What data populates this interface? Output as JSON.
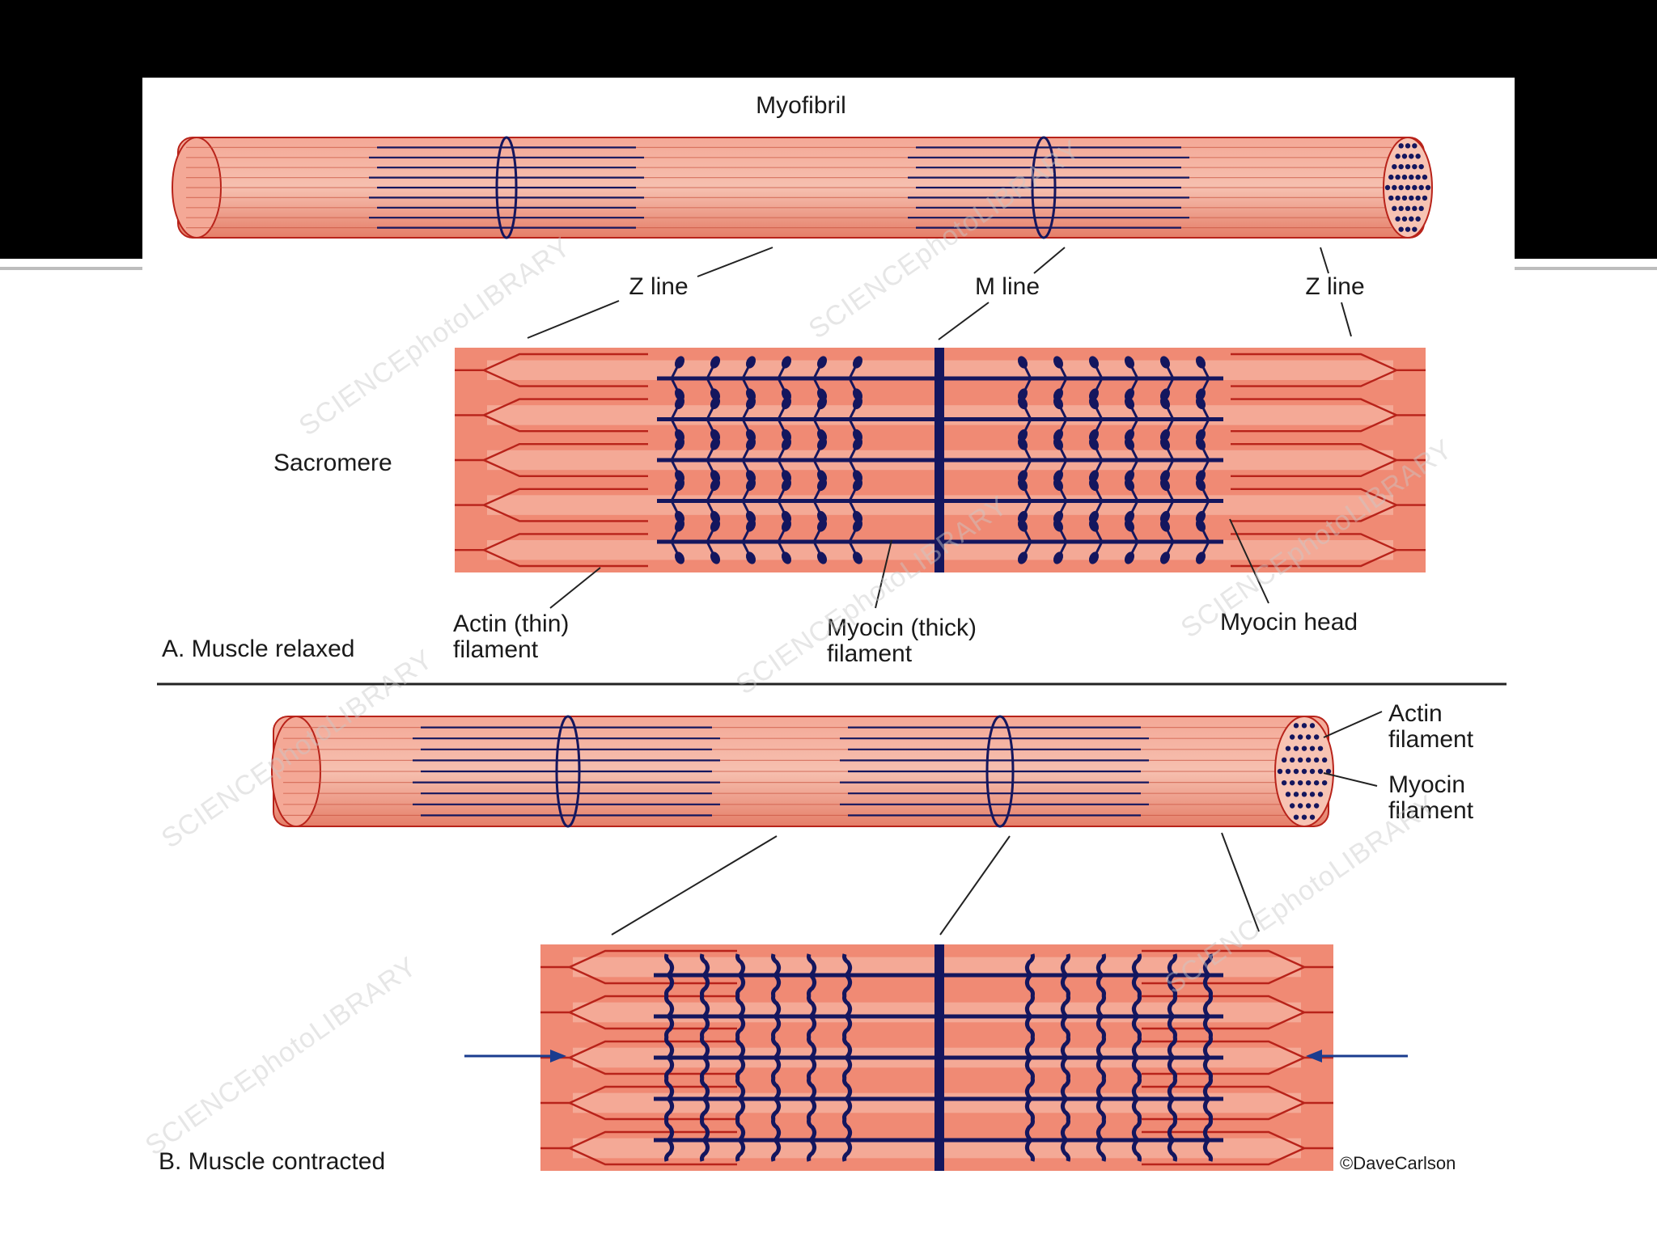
{
  "slide": {
    "background": "#000000",
    "rule_color": "#bdbdbd"
  },
  "colors": {
    "muscle_fill": "#f08a74",
    "muscle_light": "#f7c3b3",
    "muscle_line": "#b8231a",
    "filament": "#14165e",
    "arrow": "#1a3c8f"
  },
  "labels": {
    "myofibril": "Myofibril",
    "z_line_left": "Z line",
    "m_line": "M line",
    "z_line_right": "Z line",
    "sacromere": "Sacromere",
    "actin_thin_1": "Actin (thin)",
    "actin_thin_2": "filament",
    "myocin_thick_1": "Myocin (thick)",
    "myocin_thick_2": "filament",
    "myocin_head": "Myocin head",
    "panel_a": "A. Muscle relaxed",
    "actin_filament_1": "Actin",
    "actin_filament_2": "filament",
    "myocin_filament_1": "Myocin",
    "myocin_filament_2": "filament",
    "panel_b": "B. Muscle contracted",
    "credit": "©DaveCarlson"
  },
  "watermark": {
    "text": "SCIENCEphotoLIBRARY"
  },
  "icons": {
    "left_arrow": "arrow-right-icon",
    "right_arrow": "arrow-left-icon"
  }
}
